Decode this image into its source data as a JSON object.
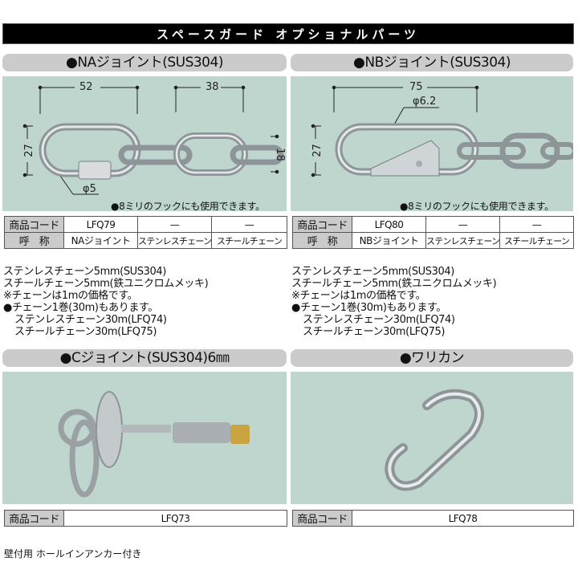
{
  "title": "スペースガード オプショナルパーツ",
  "sections": {
    "na": {
      "heading": "●NAジョイント(SUS304)",
      "dimensions": {
        "width_link": "52",
        "width_chain": "38",
        "height_link": "27",
        "height_chain": "18",
        "wire": "φ5"
      },
      "note": "●8ミリのフックにも使用できます。",
      "table": {
        "row1": [
          "商品コード",
          "LFQ79",
          "—",
          "—"
        ],
        "row2": [
          "呼　称",
          "NAジョイント",
          "ステンレスチェーン",
          "スチールチェーン"
        ]
      },
      "description": [
        "ステンレスチェーン5mm(SUS304)",
        "スチールチェーン5mm(鉄ユニクロムメッキ)",
        "※チェーンは1mの価格です。",
        "●チェーン1巻(30m)もあります。",
        "ステンレスチェーン30m(LFQ74)",
        "スチールチェーン30m(LFQ75)"
      ]
    },
    "nb": {
      "heading": "●NBジョイント(SUS304)",
      "dimensions": {
        "width": "75",
        "wire": "φ6.2",
        "height": "27"
      },
      "note": "●8ミリのフックにも使用できます。",
      "table": {
        "row1": [
          "商品コード",
          "LFQ80",
          "—",
          "—"
        ],
        "row2": [
          "呼　称",
          "NBジョイント",
          "ステンレスチェーン",
          "スチールチェーン"
        ]
      },
      "description": [
        "ステンレスチェーン5mm(SUS304)",
        "スチールチェーン5mm(鉄ユニクロムメッキ)",
        "※チェーンは1mの価格です。",
        "●チェーン1巻(30m)もあります。",
        "ステンレスチェーン30m(LFQ74)",
        "スチールチェーン30m(LFQ75)"
      ]
    },
    "c": {
      "heading": "●Cジョイント(SUS304)6㎜",
      "table": {
        "label": "商品コード",
        "code": "LFQ73"
      },
      "footnote": "壁付用 ホールインアンカー付き"
    },
    "warikan": {
      "heading": "●ワリカン",
      "table": {
        "label": "商品コード",
        "code": "LFQ78"
      }
    }
  },
  "colors": {
    "panel_bg": "#bfd6cf",
    "header_bg": "#cbcbcb",
    "title_bg": "#000000"
  }
}
